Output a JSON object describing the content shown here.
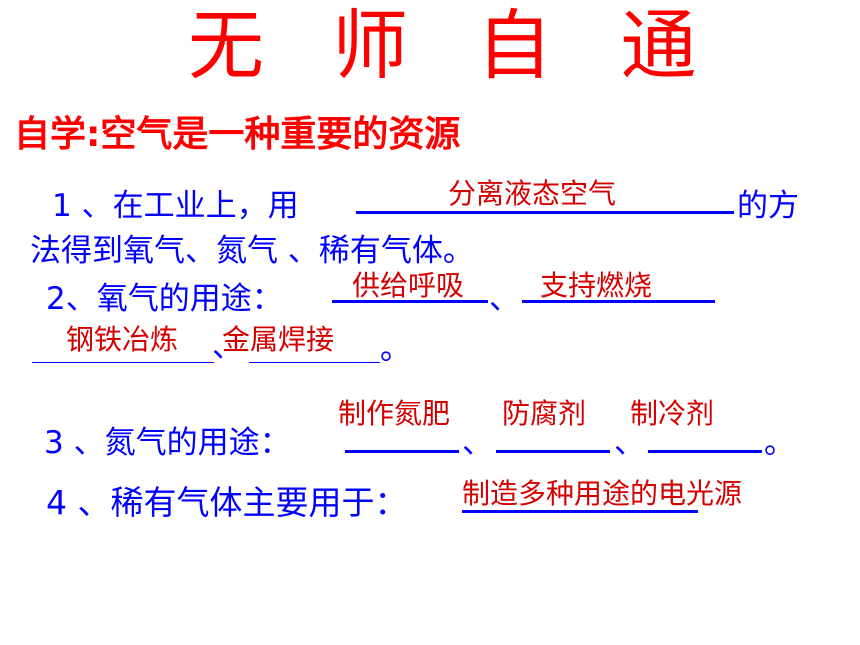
{
  "title": "无 师 自 通",
  "subtitle": "自学:空气是一种重要的资源",
  "q1": {
    "prefix": "1 、在工业上，用",
    "answer": "分离液态空气",
    "suffix": "的方",
    "line2": "法得到氧气、氮气 、稀有气体。"
  },
  "q2": {
    "prefix": "2、氧气的用途：",
    "sep": "、",
    "answers": [
      "供给呼吸",
      "支持燃烧",
      "钢铁冶炼",
      "金属焊接"
    ],
    "sep2": "、",
    "end": "。"
  },
  "q3": {
    "prefix": "3 、氮气的用途：",
    "answers": [
      "制作氮肥",
      "防腐剂",
      "制冷剂"
    ],
    "sep": "、",
    "end": "。"
  },
  "q4": {
    "prefix": "4 、稀有气体主要用于：",
    "answer": "制造多种用途的电光源"
  }
}
